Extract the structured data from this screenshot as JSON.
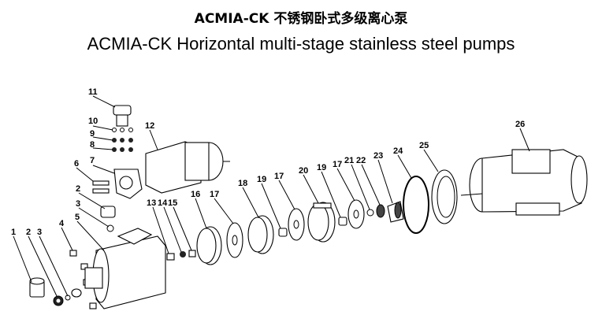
{
  "title_cn": "ACMIA-CK 不锈钢卧式多级离心泵",
  "title_en": "ACMIA-CK  Horizontal multi-stage stainless steel pumps",
  "part_numbers": [
    "1",
    "2",
    "3",
    "4",
    "5",
    "2",
    "3",
    "6",
    "7",
    "8",
    "9",
    "10",
    "11",
    "12",
    "13",
    "14",
    "15",
    "16",
    "17",
    "18",
    "19",
    "17",
    "20",
    "19",
    "17",
    "21",
    "22",
    "23",
    "24",
    "25",
    "26"
  ]
}
